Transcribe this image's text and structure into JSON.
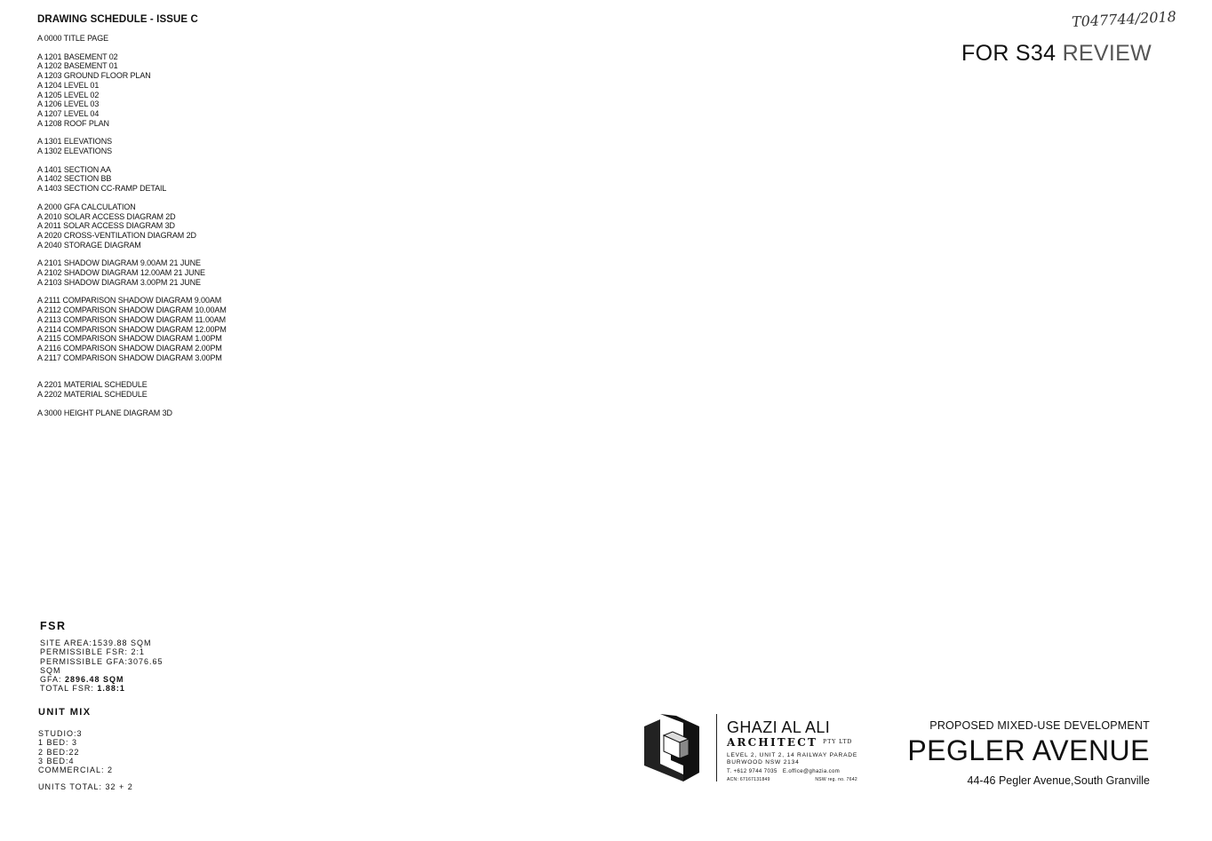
{
  "schedule": {
    "title": "DRAWING SCHEDULE - ISSUE C",
    "groups": [
      [
        "A 0000 TITLE PAGE"
      ],
      [
        "A 1201 BASEMENT 02",
        "A 1202 BASEMENT 01",
        "A 1203 GROUND FLOOR PLAN",
        "A 1204 LEVEL 01",
        "A 1205 LEVEL 02",
        "A 1206 LEVEL 03",
        "A 1207 LEVEL 04",
        "A 1208 ROOF PLAN"
      ],
      [
        "A 1301 ELEVATIONS",
        "A 1302 ELEVATIONS"
      ],
      [
        "A 1401 SECTION AA",
        "A 1402 SECTION BB",
        "A 1403 SECTION CC-RAMP DETAIL"
      ],
      [
        "A 2000 GFA CALCULATION",
        "A 2010 SOLAR ACCESS DIAGRAM 2D",
        "A 2011 SOLAR ACCESS DIAGRAM 3D",
        "A 2020 CROSS-VENTILATION DIAGRAM 2D",
        "A 2040 STORAGE DIAGRAM"
      ],
      [
        "A 2101 SHADOW DIAGRAM 9.00AM 21 JUNE",
        "A 2102 SHADOW DIAGRAM 12.00AM 21 JUNE",
        "A 2103 SHADOW DIAGRAM 3.00PM 21 JUNE"
      ],
      [
        "A 2111 COMPARISON SHADOW DIAGRAM 9.00AM",
        "A 2112 COMPARISON SHADOW DIAGRAM 10.00AM",
        "A 2113 COMPARISON SHADOW DIAGRAM 11.00AM",
        "A 2114 COMPARISON SHADOW DIAGRAM 12.00PM",
        "A 2115 COMPARISON SHADOW DIAGRAM 1.00PM",
        "A 2116 COMPARISON SHADOW DIAGRAM 2.00PM",
        "A 2117 COMPARISON SHADOW DIAGRAM 3.00PM"
      ],
      [
        "A 2201 MATERIAL SCHEDULE",
        "A 2202 MATERIAL SCHEDULE"
      ],
      [
        "A 3000 HEIGHT PLANE DIAGRAM 3D"
      ]
    ]
  },
  "handwritten_note": "T047744/2018",
  "review_stamp": {
    "part1": "FOR S34",
    "part2": "REVIEW"
  },
  "fsr": {
    "heading": "FSR",
    "site_area": "SITE AREA:1539.88 SQM",
    "permissible_fsr": "PERMISSIBLE FSR: 2:1",
    "permissible_gfa": "PERMISSIBLE GFA:3076.65",
    "permissible_gfa_unit": "SQM",
    "gfa_label": "GFA: ",
    "gfa_value": "2896.48 SQM",
    "total_fsr_label": "TOTAL FSR: ",
    "total_fsr_value": "1.88:1"
  },
  "unit_mix": {
    "heading": "UNIT MIX",
    "lines": [
      "STUDIO:3",
      "1 BED: 3",
      "2 BED:22",
      "3 BED:4",
      "COMMERCIAL: 2"
    ],
    "total": "UNITS TOTAL: 32 + 2"
  },
  "architect": {
    "name": "GHAZI AL ALI",
    "sub": "ARCHITECT",
    "pty": "PTY LTD",
    "address1": "LEVEL 2, UNIT 2, 14 RAILWAY PARADE",
    "address2": "BURWOOD NSW 2134",
    "phone": "T. +612 9744 7035",
    "email": "E.office@ghazia.com",
    "acn": "ACN: 67167131849",
    "nsw_reg": "NSW reg. no. 7642"
  },
  "project": {
    "kicker": "PROPOSED MIXED-USE DEVELOPMENT",
    "name": "PEGLER AVENUE",
    "address": "44-46 Pegler Avenue,South Granville"
  },
  "colors": {
    "ink": "#111111",
    "stamp_grey": "#555555",
    "paper": "#ffffff"
  }
}
